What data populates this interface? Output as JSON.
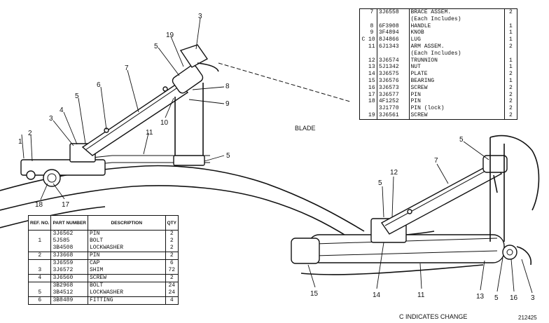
{
  "labels": {
    "blade": "BLADE",
    "change_note": "C INDICATES CHANGE",
    "figure_number": "212425"
  },
  "callouts_left": [
    "1",
    "2",
    "3",
    "4",
    "5",
    "6",
    "7",
    "3",
    "19",
    "5",
    "8",
    "9",
    "10",
    "11",
    "5",
    "17",
    "18"
  ],
  "callouts_right": [
    "5",
    "7",
    "12",
    "5",
    "15",
    "14",
    "11",
    "13",
    "5",
    "16",
    "3"
  ],
  "table_top": {
    "rows": [
      {
        "mark": "",
        "ref": "7",
        "part": "3J6558",
        "desc": "BRACE ASSEM.",
        "qty": "2"
      },
      {
        "mark": "",
        "ref": "",
        "part": "",
        "desc": "(Each Includes)",
        "qty": ""
      },
      {
        "mark": "",
        "ref": "8",
        "part": "6F3908",
        "desc": "HANDLE",
        "qty": "1"
      },
      {
        "mark": "",
        "ref": "9",
        "part": "3F4894",
        "desc": "KNOB",
        "qty": "1"
      },
      {
        "mark": "C",
        "ref": "10",
        "part": "8J4866",
        "desc": "LUG",
        "qty": "1"
      },
      {
        "mark": "",
        "ref": "11",
        "part": "6J1343",
        "desc": "ARM ASSEM.",
        "qty": "2"
      },
      {
        "mark": "",
        "ref": "",
        "part": "",
        "desc": "(Each Includes)",
        "qty": ""
      },
      {
        "mark": "",
        "ref": "12",
        "part": "3J6574",
        "desc": "TRUNNION",
        "qty": "1"
      },
      {
        "mark": "",
        "ref": "13",
        "part": "5J1342",
        "desc": "NUT",
        "qty": "1"
      },
      {
        "mark": "",
        "ref": "14",
        "part": "3J6575",
        "desc": "PLATE",
        "qty": "2"
      },
      {
        "mark": "",
        "ref": "15",
        "part": "3J6576",
        "desc": "BEARING",
        "qty": "1"
      },
      {
        "mark": "",
        "ref": "16",
        "part": "3J6573",
        "desc": "SCREW",
        "qty": "2"
      },
      {
        "mark": "",
        "ref": "17",
        "part": "3J6577",
        "desc": "PIN",
        "qty": "2"
      },
      {
        "mark": "",
        "ref": "18",
        "part": "4F1252",
        "desc": "PIN",
        "qty": "2"
      },
      {
        "mark": "",
        "ref": "",
        "part": "3J1770",
        "desc": "PIN (lock)",
        "qty": "2"
      },
      {
        "mark": "",
        "ref": "19",
        "part": "3J6561",
        "desc": "SCREW",
        "qty": "2"
      }
    ]
  },
  "table_bottom": {
    "headers": [
      "REF. NO.",
      "PART NUMBER",
      "DESCRIPTION",
      "QTY"
    ],
    "rows": [
      {
        "ref": "",
        "part": "3J6562",
        "desc": "PIN",
        "qty": "2"
      },
      {
        "ref": "1",
        "part": "5J585",
        "desc": "BOLT",
        "qty": "2"
      },
      {
        "ref": "",
        "part": "3B4508",
        "desc": "LOCKWASHER",
        "qty": "2"
      },
      {
        "ref": "2",
        "part": "3J3668",
        "desc": "PIN",
        "qty": "2"
      },
      {
        "ref": "",
        "part": "3J6559",
        "desc": "CAP",
        "qty": "6"
      },
      {
        "ref": "3",
        "part": "3J6572",
        "desc": "SHIM",
        "qty": "72"
      },
      {
        "ref": "4",
        "part": "3J6560",
        "desc": "SCREW",
        "qty": "2"
      },
      {
        "ref": "",
        "part": "3B2968",
        "desc": "BOLT",
        "qty": "24"
      },
      {
        "ref": "5",
        "part": "3B4512",
        "desc": "LOCKWASHER",
        "qty": "24"
      },
      {
        "ref": "6",
        "part": "3B8489",
        "desc": "FITTING",
        "qty": "4"
      }
    ]
  }
}
